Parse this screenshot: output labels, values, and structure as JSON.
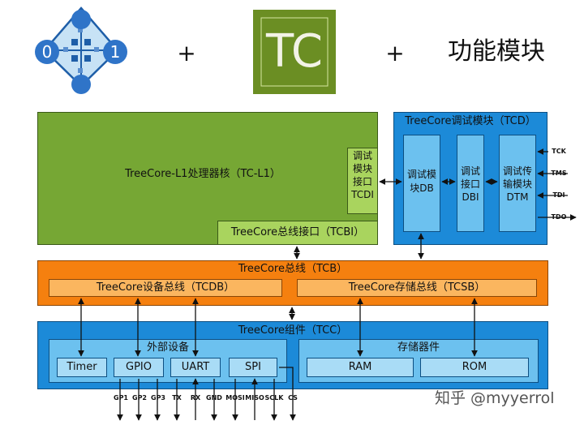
{
  "header": {
    "plus": "+",
    "tc_logo_text": "TC",
    "module_label": "功能模块",
    "logo_left_digit": "0",
    "logo_right_digit": "1"
  },
  "core": {
    "title": "TreeCore-L1处理器核（TC-L1）",
    "debug_interface": [
      "调试",
      "模块",
      "接口",
      "TCDI"
    ],
    "bus_interface": "TreeCore总线接口（TCBI）"
  },
  "debug": {
    "title": "TreeCore调试模块（TCD）",
    "db": [
      "调试模",
      "块DB"
    ],
    "dbi": [
      "调试",
      "接口",
      "DBI"
    ],
    "dtm": [
      "调试传",
      "输模块",
      "DTM"
    ],
    "pins": [
      "TCK",
      "TMS",
      "TDI",
      "TDO"
    ]
  },
  "bus": {
    "title": "TreeCore总线（TCB）",
    "device_bus": "TreeCore设备总线（TCDB）",
    "storage_bus": "TreeCore存储总线（TCSB）"
  },
  "components": {
    "title": "TreeCore组件（TCC）",
    "peripherals_title": "外部设备",
    "peripherals": [
      "Timer",
      "GPIO",
      "UART",
      "SPI"
    ],
    "storage_title": "存储器件",
    "storage": [
      "RAM",
      "ROM"
    ],
    "io_pins": [
      "GP1",
      "GP2",
      "GP3",
      "TX",
      "RX",
      "GND",
      "MOSI",
      "MISO",
      "SCLK",
      "CS"
    ]
  },
  "watermark": "知乎 @myyerrol",
  "colors": {
    "core_green": "#76a734",
    "core_light_green": "#a9d45e",
    "debug_blue": "#1c8ad8",
    "bus_orange": "#f5800f",
    "bus_light_orange": "#fbb65f",
    "component_blue": "#1c8ad8",
    "tc_logo_bg": "#6b8e23"
  }
}
